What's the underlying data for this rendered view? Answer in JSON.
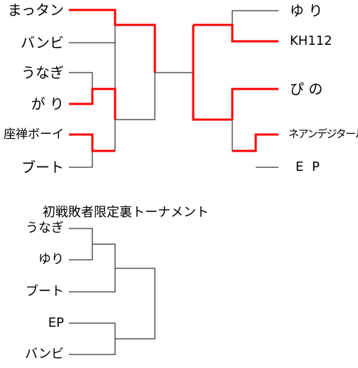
{
  "main_bracket": {
    "left": [
      {
        "name": "まっタン",
        "winner": true
      },
      {
        "name": "バンビ",
        "winner": false
      },
      {
        "name": "うなぎ",
        "winner": false
      },
      {
        "name": "が り",
        "winner": true
      },
      {
        "name": "座禅ボーイ",
        "winner": true
      },
      {
        "name": "ブート",
        "winner": false
      }
    ],
    "right": [
      {
        "name": "ゆ り",
        "winner": false
      },
      {
        "name": "KH112",
        "winner": true
      },
      {
        "name": "ぴ の",
        "winner": true
      },
      {
        "name": "ネアンデジタール",
        "winner": true
      },
      {
        "name": "E P",
        "winner": false
      }
    ]
  },
  "sub_bracket": {
    "title": "初戦敗者限定裏トーナメント",
    "entries": [
      "うなぎ",
      "ゆり",
      "ブート",
      "EP",
      "バンビ"
    ]
  },
  "colors": {
    "winner_line": "#ff0000",
    "line": "#000000"
  }
}
